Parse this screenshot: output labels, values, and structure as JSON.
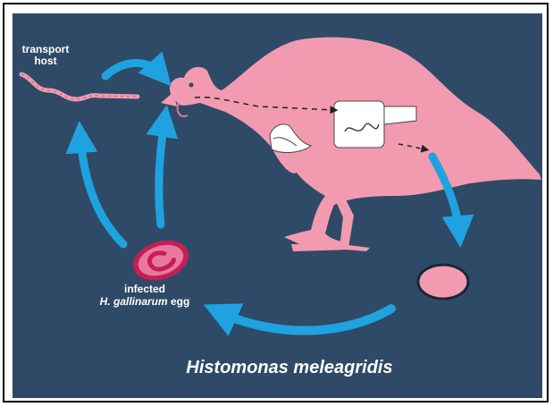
{
  "labels": {
    "transport_host": "transport host",
    "infected_line1": "infected",
    "infected_species": "H. gallinarum",
    "infected_suffix": " egg",
    "title": "Histomonas meleagridis"
  },
  "colors": {
    "background": "#2f4a66",
    "turkey": "#f29bb0",
    "arrow": "#1fa3e0",
    "egg_rim": "#c41f55",
    "egg_body": "#e7799f",
    "organ": "#ffffff"
  }
}
